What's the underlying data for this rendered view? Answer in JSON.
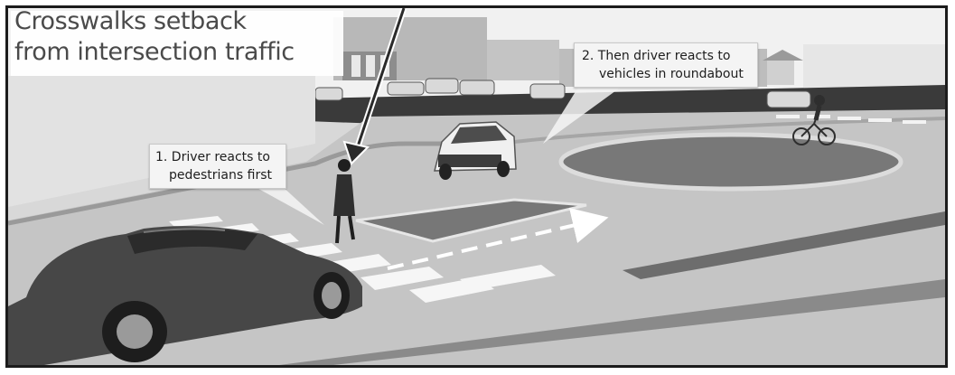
{
  "title": {
    "line1": "Crosswalks setback",
    "line2": "from intersection traffic"
  },
  "callouts": {
    "driver_pedestrians": {
      "line1": "1. Driver reacts to",
      "line2": "pedestrians first"
    },
    "driver_roundabout": {
      "line1": "2. Then driver reacts to",
      "line2": "vehicles in roundabout"
    }
  },
  "colors": {
    "sky": "#f2f2f2",
    "road": "#c6c6c6",
    "roundabout_island": "#7a7a7a",
    "foreground_car": "#474747",
    "frame_border": "#1c1c1c"
  }
}
